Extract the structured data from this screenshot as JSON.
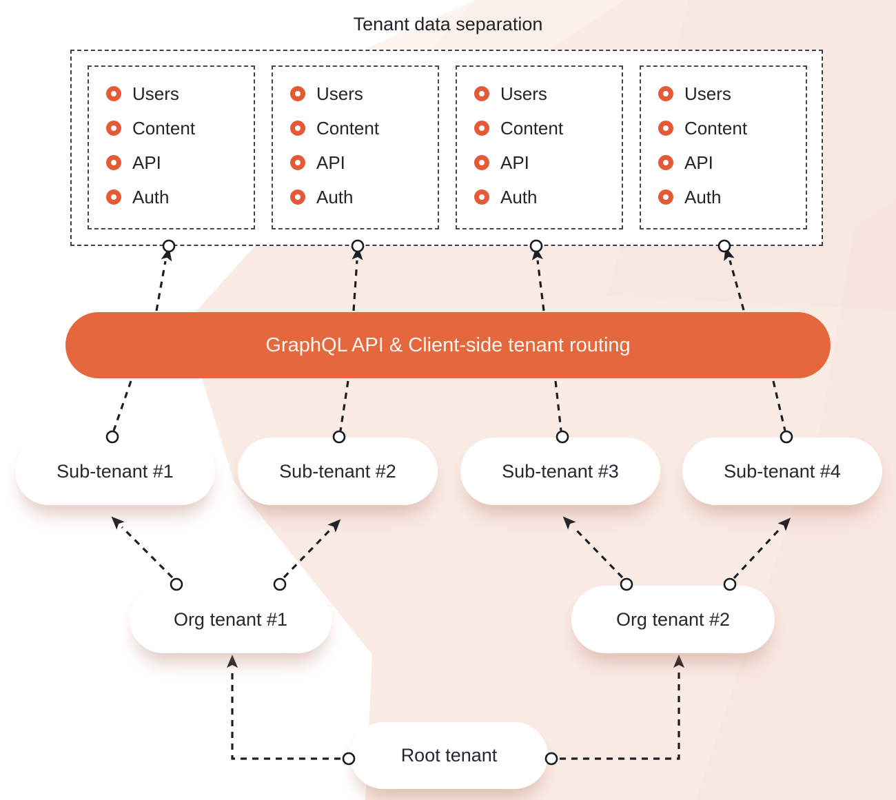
{
  "title": "Tenant data separation",
  "routing_bar": {
    "label": "GraphQL API & Client-side tenant routing"
  },
  "separation": {
    "boxes": [
      {
        "items": [
          "Users",
          "Content",
          "API",
          "Auth"
        ]
      },
      {
        "items": [
          "Users",
          "Content",
          "API",
          "Auth"
        ]
      },
      {
        "items": [
          "Users",
          "Content",
          "API",
          "Auth"
        ]
      },
      {
        "items": [
          "Users",
          "Content",
          "API",
          "Auth"
        ]
      }
    ]
  },
  "sub_tenants": [
    {
      "label": "Sub-tenant #1"
    },
    {
      "label": "Sub-tenant #2"
    },
    {
      "label": "Sub-tenant #3"
    },
    {
      "label": "Sub-tenant #4"
    }
  ],
  "org_tenants": [
    {
      "label": "Org tenant #1"
    },
    {
      "label": "Org tenant #2"
    }
  ],
  "root_tenant": {
    "label": "Root tenant"
  },
  "colors": {
    "accent_orange": "#E5673D",
    "bullet_orange": "#E55A36",
    "connector_dark": "#1B1E24",
    "background_pink": "#FAEBE5",
    "text_dark": "#24262B"
  },
  "icons": {
    "list_bullet": "ring-bullet-icon",
    "connection_point": "circle-connector-icon",
    "arrow": "dashed-arrow-icon"
  }
}
